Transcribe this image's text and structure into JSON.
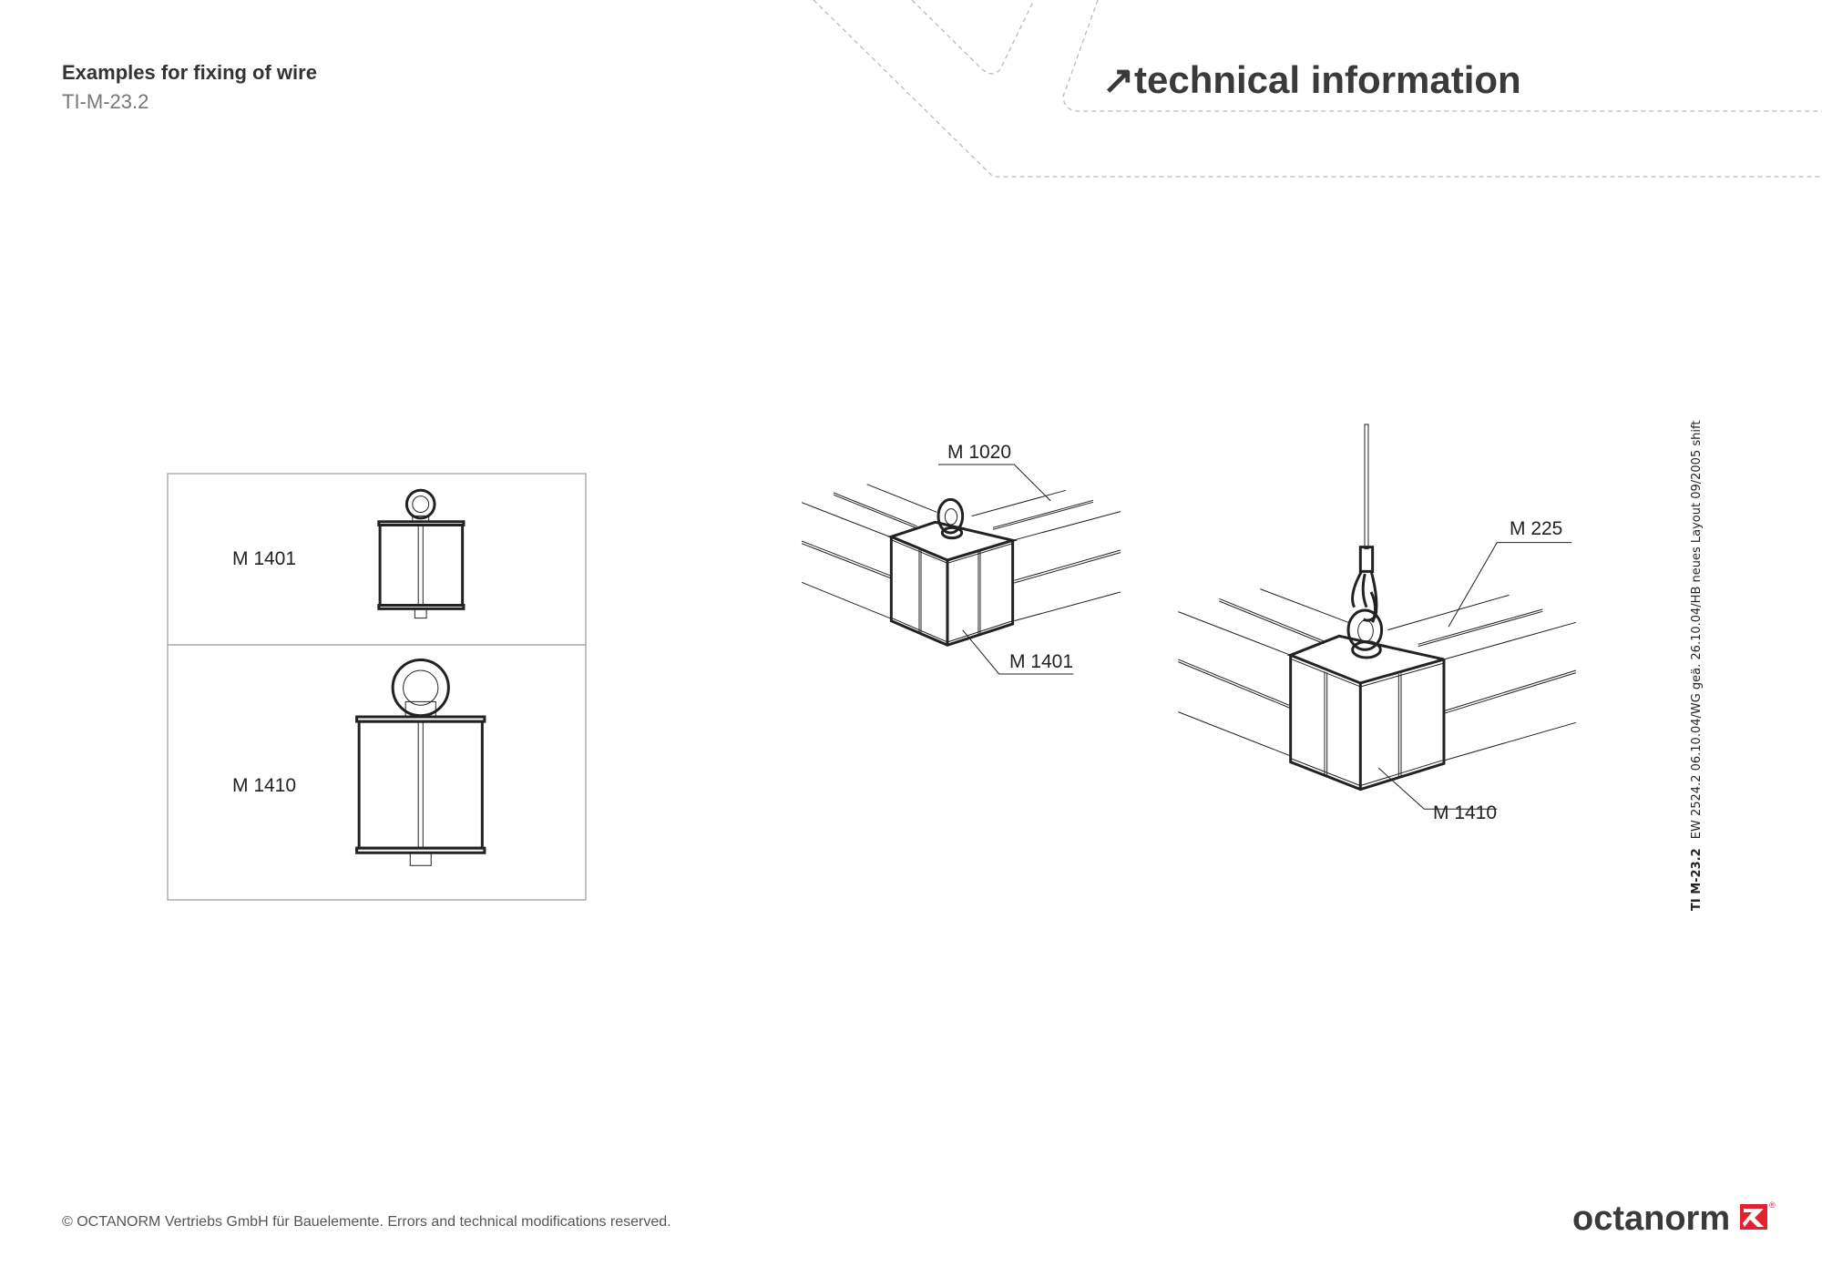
{
  "header": {
    "title": "Examples for fixing of wire",
    "doc_id": "TI-M-23.2",
    "section_arrow": "↗",
    "section_title": "technical information"
  },
  "table": {
    "rows": [
      {
        "label": "M 1401"
      },
      {
        "label": "M 1410"
      }
    ]
  },
  "drawing_1": {
    "labels": {
      "top": "M 1020",
      "bottom": "M 1401"
    }
  },
  "drawing_2": {
    "labels": {
      "top": "M 225",
      "bottom": "M 1410"
    }
  },
  "side_note": {
    "bold": "TI M-23.2",
    "text": "EW 2524.2  06.10.04/WG  geä. 26.10.04/HB neues Layout 09/2005 shift"
  },
  "footer": {
    "copyright": "© OCTANORM Vertriebs GmbH für Bauelemente. Errors and technical modifications reserved.",
    "logo_text": "octanorm",
    "logo_registered": "®"
  },
  "colors": {
    "brand_red": "#e2232f",
    "text_dark": "#3a3a3a",
    "text_gray": "#777777"
  }
}
